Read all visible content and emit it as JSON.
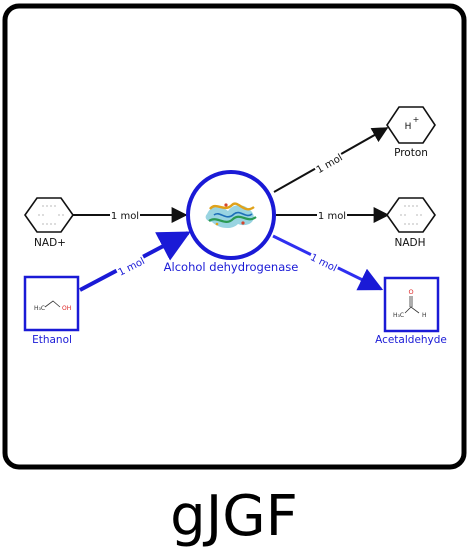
{
  "caption": "gJGF",
  "enzyme": {
    "label": "Alcohol dehydrogenase"
  },
  "nodes": {
    "nad": {
      "label": "NAD+"
    },
    "ethanol": {
      "label": "Ethanol",
      "formula_left": "H₃C",
      "formula_right": "OH"
    },
    "proton": {
      "label": "Proton",
      "symbol": "H",
      "charge": "+"
    },
    "nadh": {
      "label": "NADH"
    },
    "acetaldehyde": {
      "label": "Acetaldehyde",
      "atom_o": "O",
      "atom_h": "H",
      "atom_c": "H₃C"
    }
  },
  "edges": {
    "nad_to_enzyme": "1 mol",
    "ethanol_to_enzyme": "1 mol",
    "enzyme_to_proton": "1 mol",
    "enzyme_to_nadh": "1 mol",
    "enzyme_to_acetaldehyde": "1 mol"
  },
  "icons": {
    "enzyme": "protein-structure-icon",
    "nad": "hexagon-ring-icon",
    "nadh": "hexagon-ring-icon",
    "proton": "hexagon-ring-icon"
  },
  "colors": {
    "frame": "#000000",
    "highlight": "#1a1ad6",
    "text_dark": "#111111"
  }
}
